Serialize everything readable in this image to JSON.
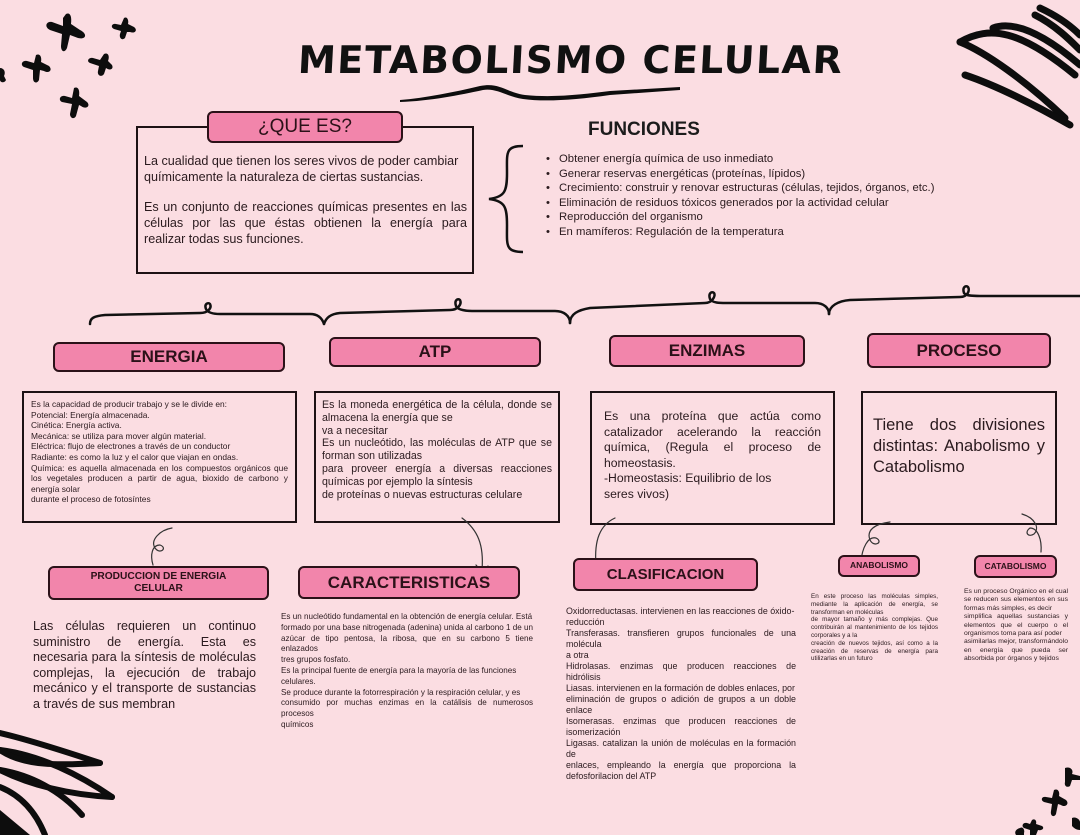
{
  "title": "METABOLISMO CELULAR",
  "que_es": {
    "label": "¿QUE ES?",
    "paragraph1": "La cualidad que tienen los seres vivos de poder cambiar químicamente la naturaleza de ciertas sustancias.",
    "paragraph2": "Es un conjunto de reacciones químicas presentes en las células por las que éstas obtienen la energía para realizar todas sus funciones."
  },
  "funciones": {
    "label": "FUNCIONES",
    "items": [
      "Obtener energía química de uso inmediato",
      "Generar reservas energéticas (proteínas, lípidos)",
      "Crecimiento: construir y renovar estructuras (células, tejidos, órganos, etc.)",
      "Eliminación de residuos tóxicos generados por la actividad celular",
      "Reproducción del organismo",
      "En mamíferos: Regulación de la temperatura"
    ]
  },
  "energia": {
    "label": "ENERGIA",
    "lines": [
      "Es la capacidad de producir trabajo y se le divide en:",
      "Potencial: Energía almacenada.",
      "Cinética: Energía activa.",
      "Mecánica: se utiliza para mover algún material.",
      "Eléctrica: flujo de electrones a través de un conductor",
      "Radiante: es como la luz y el calor que viajan en ondas.",
      "Química: es aquella almacenada en los compuestos orgánicos que los vegetales producen a partir de agua, bioxido de carbono y energía solar",
      "durante el proceso de fotosíntes"
    ]
  },
  "atp": {
    "label": "ATP",
    "lines": [
      "Es la moneda energética de la célula, donde se almacena la energía que se",
      "va a necesitar",
      "Es un nucleótido, las moléculas de ATP que se forman son utilizadas",
      "para proveer energía a diversas reacciones químicas por ejemplo la síntesis",
      "de proteínas o nuevas estructuras celulare"
    ]
  },
  "enzimas": {
    "label": "ENZIMAS",
    "text": "Es una proteína que actúa como catalizador acelerando la reacción química, (Regula el proceso de homeostasis.",
    "text2": "-Homeostasis: Equilibrio de los seres vivos)"
  },
  "proceso": {
    "label": "PROCESO",
    "text": "Tiene dos divisiones distintas: Anabolismo y Catabolismo"
  },
  "produccion": {
    "label": "PRODUCCION DE ENERGIA CELULAR",
    "text": "Las células requieren un continuo suministro de energía. Esta es necesaria para la síntesis de moléculas complejas, la ejecución de trabajo mecánico y el transporte de sustancias a través de sus membran"
  },
  "caracteristicas": {
    "label": "CARACTERISTICAS",
    "lines": [
      "Es un nucleótido fundamental en la obtención de energía celular. Está",
      "formado por una base nitrogenada (adenina) unida al carbono 1 de un",
      "azúcar de tipo pentosa, la ribosa, que en su carbono 5 tiene enlazados",
      "tres grupos fosfato.",
      "Es la principal fuente de energía para la mayoría de las funciones",
      "celulares.",
      "Se produce durante la fotorrespiración y la respiración celular, y es",
      "consumido por muchas enzimas en la catálisis de numerosos procesos",
      "químicos"
    ]
  },
  "clasificacion": {
    "label": "CLASIFICACION",
    "lines": [
      "Oxidorreductasas. intervienen en las reacciones de óxido-",
      "reducción",
      "Transferasas. transfieren grupos funcionales de una molécula",
      "a otra",
      "Hidrolasas. enzimas que producen reacciones de hidrólisis",
      "Liasas. intervienen en la formación de dobles enlaces, por",
      "eliminación de grupos o adición de grupos a un doble enlace",
      "Isomerasas. enzimas que producen reacciones de isomerización",
      "Ligasas. catalizan la unión de moléculas en la formación de",
      "enlaces, empleando la energía que proporciona la defosforilacion del ATP"
    ]
  },
  "anabolismo": {
    "label": "ANABOLISMO",
    "lines": [
      "En este proceso las moléculas simples, mediante la aplicación de energía, se transforman en moléculas",
      "de mayor tamaño y más complejas. Que contribuirán al mantenimiento de los tejidos corporales y a la",
      "creación de nuevos tejidos, así como a la creación de reservas de energía para utilizarlas en un futuro"
    ]
  },
  "catabolismo": {
    "label": "CATABOLISMO",
    "lines": [
      "Es un proceso Orgánico en el cual se reducen sus elementos en sus formas más simples, es decir",
      "simplifica aquellas sustancias y elementos que el cuerpo o el organismos toma para así poder",
      "asimilarlas mejor, transformándolo en energía que pueda ser absorbida por órganos y tejidos"
    ]
  },
  "colors": {
    "background": "#fbdde2",
    "pill": "#f285ab",
    "border": "#1d1114",
    "text": "#2a1a1e"
  }
}
